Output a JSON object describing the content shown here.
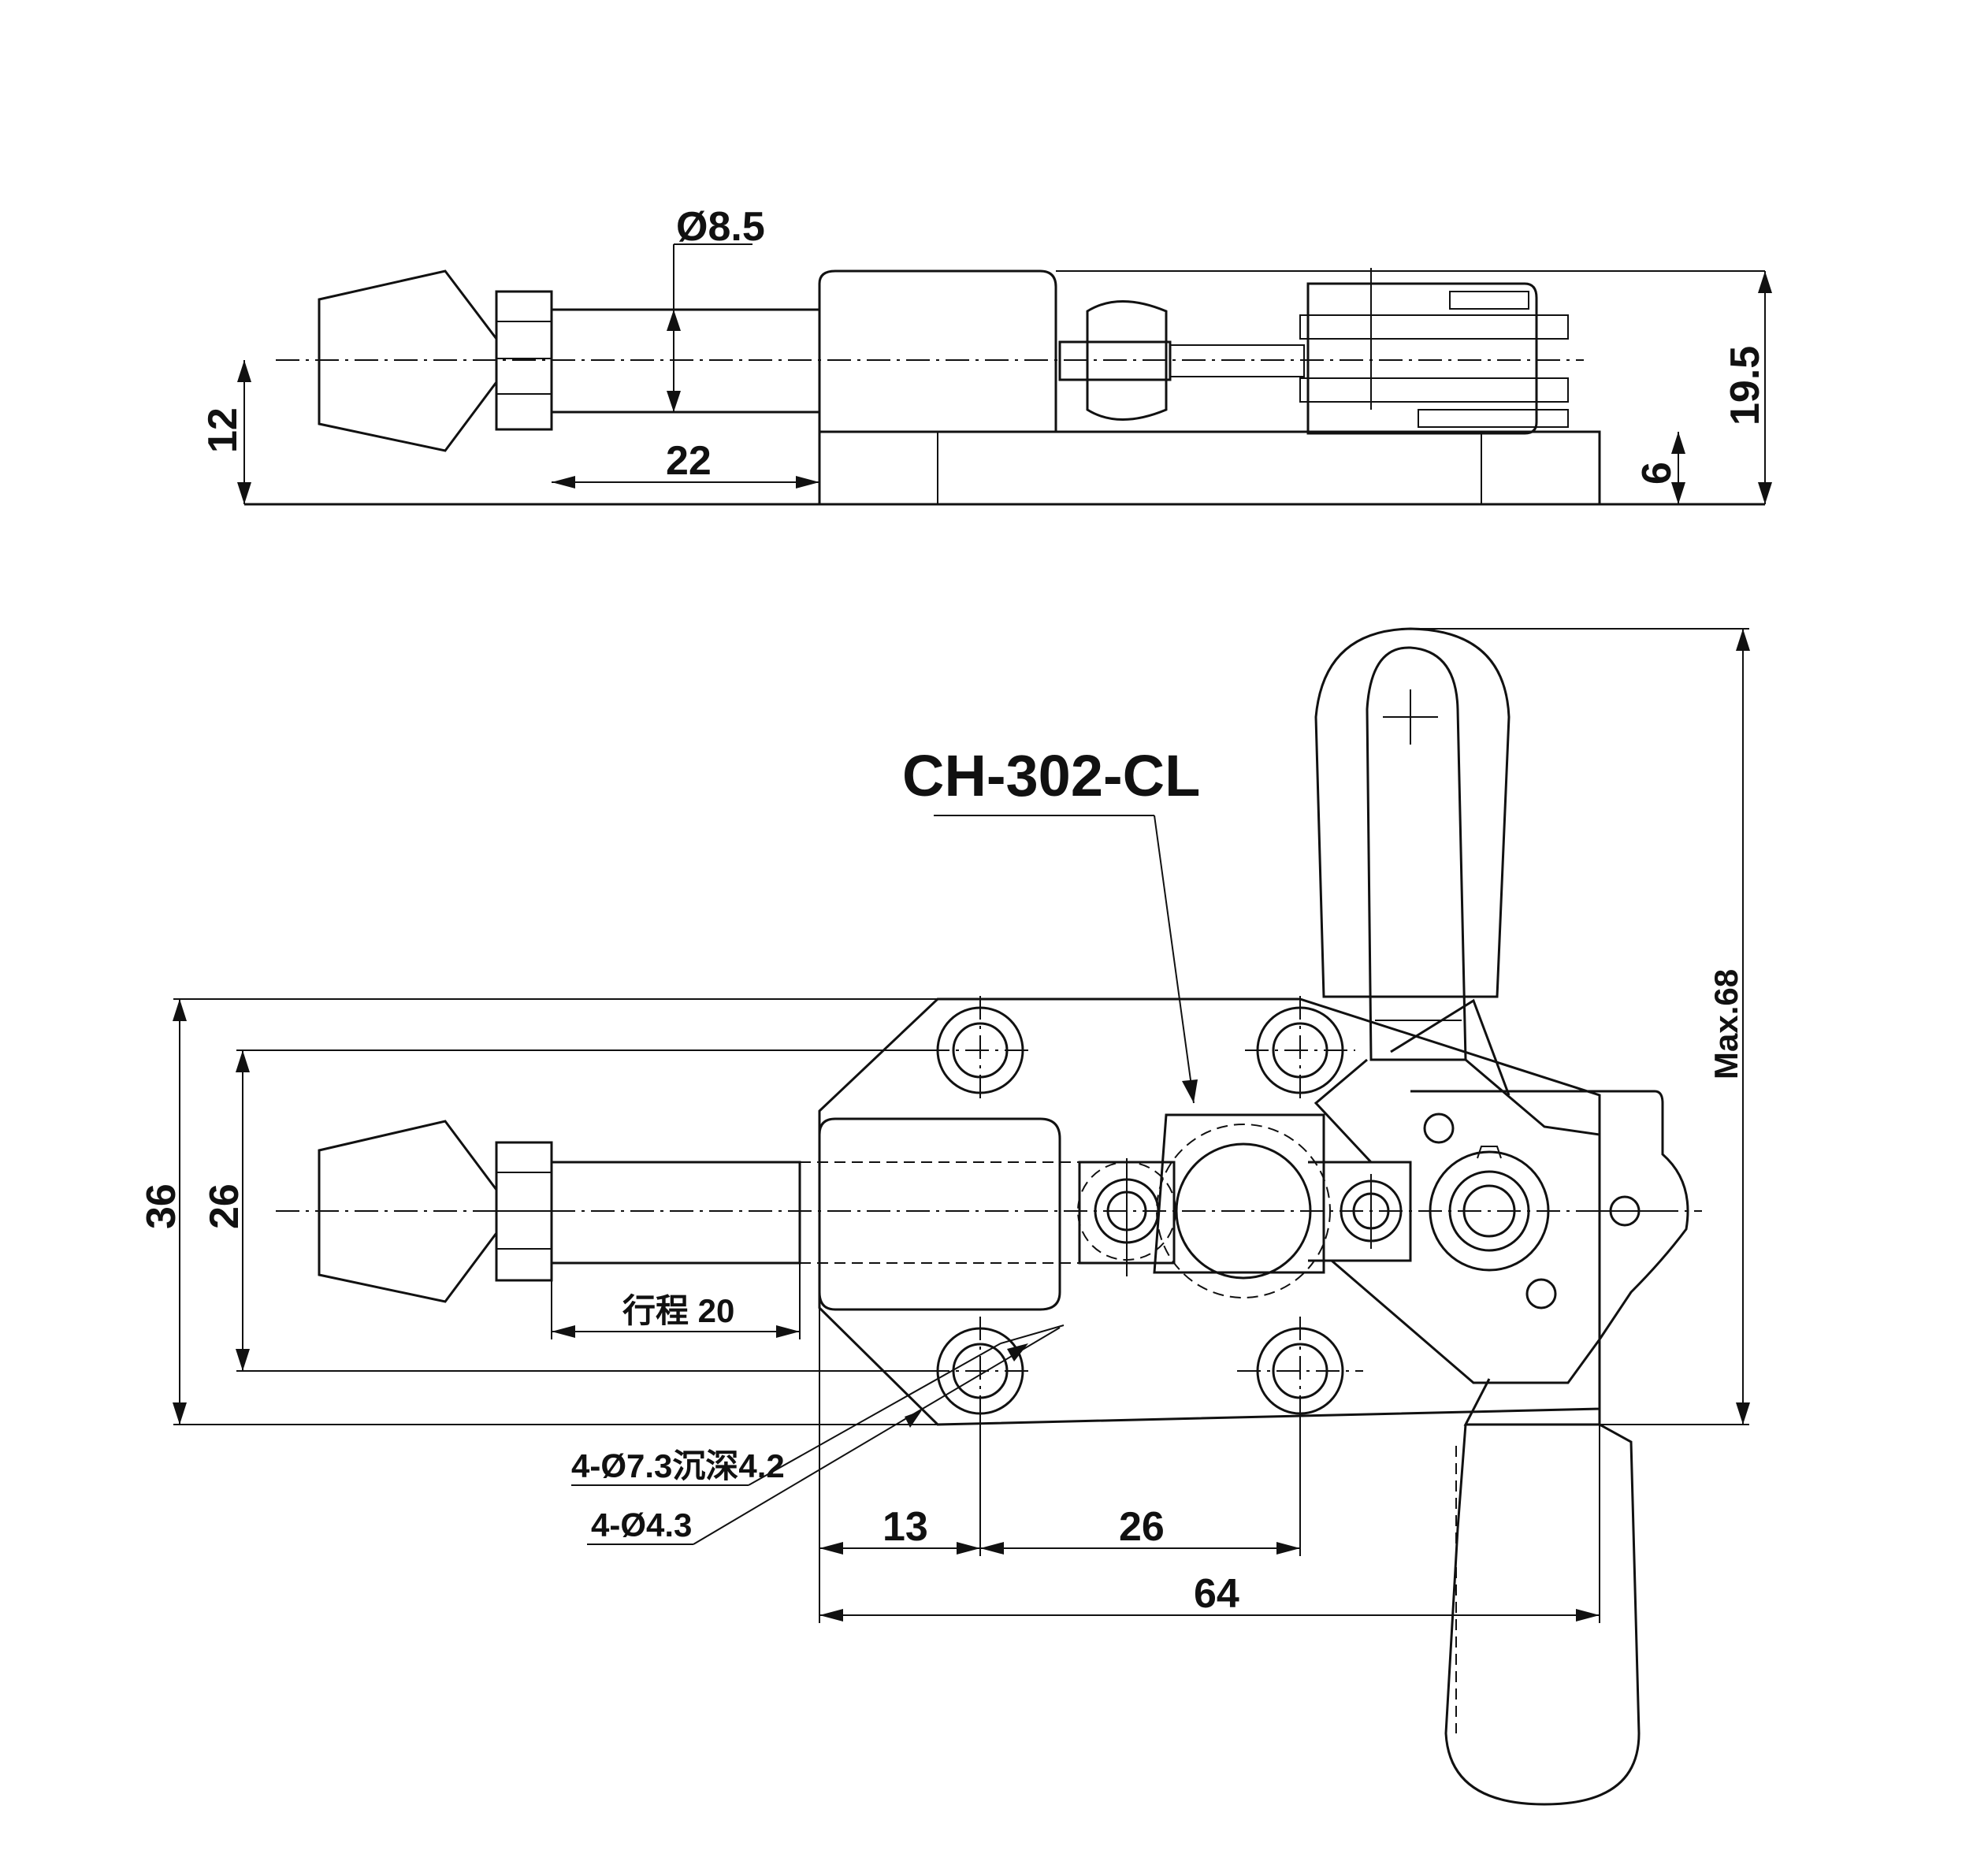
{
  "part_number": "CH-302-CL",
  "top_view": {
    "dim_diameter": "Ø8.5",
    "dim_height": "12",
    "dim_rod_length": "22",
    "dim_total_height": "19.5",
    "dim_base_height": "6"
  },
  "front_view": {
    "dim_outer_height": "36",
    "dim_hole_pitch_v": "26",
    "dim_stroke": "行程 20",
    "dim_max_height": "Max.68",
    "hole_note_counterbore": "4-Ø7.3沉深4.2",
    "hole_note_through": "4-Ø4.3",
    "dim_edge_to_hole": "13",
    "dim_hole_pitch_h": "26",
    "dim_base_length": "64"
  }
}
